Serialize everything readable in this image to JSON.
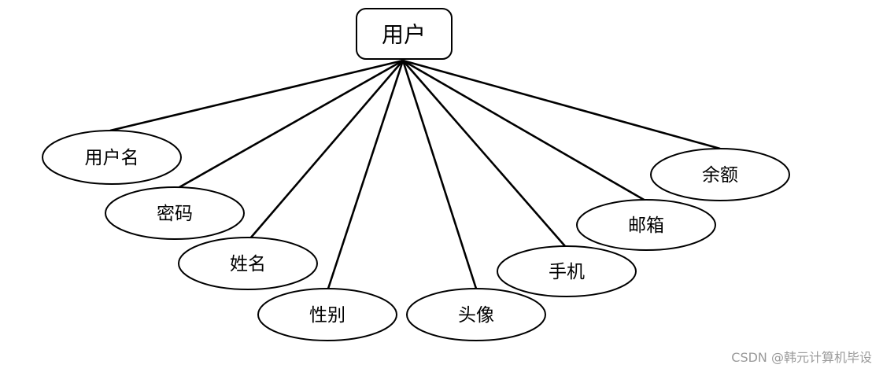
{
  "entity": {
    "label": "用户"
  },
  "attributes": [
    {
      "id": "username",
      "label": "用户名"
    },
    {
      "id": "password",
      "label": "密码"
    },
    {
      "id": "name",
      "label": "姓名"
    },
    {
      "id": "gender",
      "label": "性别"
    },
    {
      "id": "avatar",
      "label": "头像"
    },
    {
      "id": "phone",
      "label": "手机"
    },
    {
      "id": "email",
      "label": "邮箱"
    },
    {
      "id": "balance",
      "label": "余额"
    }
  ],
  "watermark": "CSDN @韩元计算机毕设"
}
